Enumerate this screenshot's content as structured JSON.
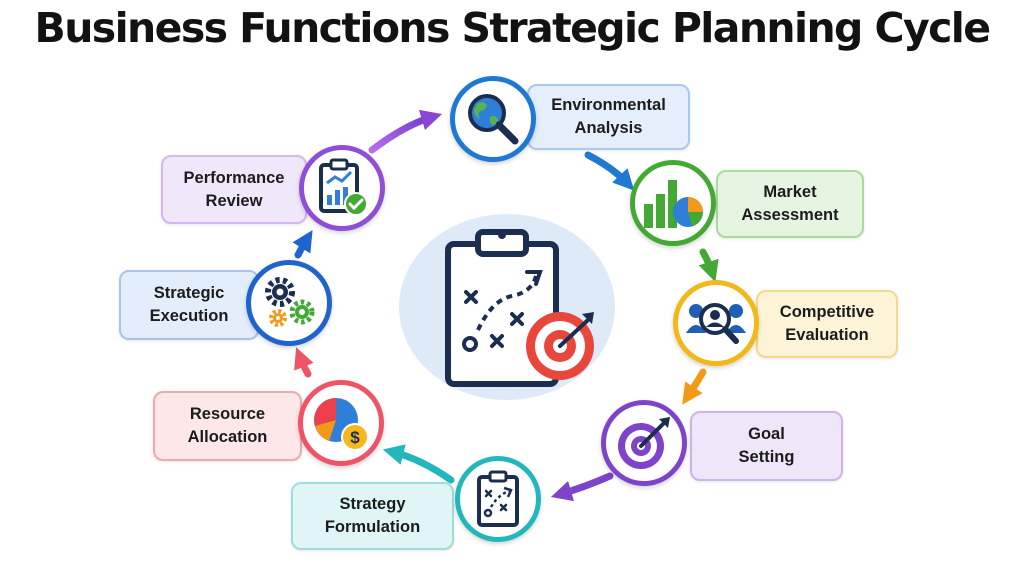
{
  "title": "Business Functions Strategic Planning Cycle",
  "stages": [
    {
      "line1": "Environmental",
      "line2": "Analysis",
      "icon": "globe-magnifier-icon",
      "color": "#1f78d1",
      "fill": "#e4effb"
    },
    {
      "line1": "Market",
      "line2": "Assessment",
      "icon": "bar-pie-chart-icon",
      "color": "#43a934",
      "fill": "#e6f5e1"
    },
    {
      "line1": "Competitive",
      "line2": "Evaluation",
      "icon": "people-search-icon",
      "color": "#f2b817",
      "fill": "#fdf4d8"
    },
    {
      "line1": "Goal",
      "line2": "Setting",
      "icon": "target-arrow-icon",
      "color": "#7d43c9",
      "fill": "#efe6fa"
    },
    {
      "line1": "Strategy",
      "line2": "Formulation",
      "icon": "clipboard-plan-icon",
      "color": "#21b7bd",
      "fill": "#e0f6f6"
    },
    {
      "line1": "Resource",
      "line2": "Allocation",
      "icon": "pie-dollar-icon",
      "color": "#ee5466",
      "fill": "#fde7e9"
    },
    {
      "line1": "Strategic",
      "line2": "Execution",
      "icon": "gears-icon",
      "color": "#1f63cc",
      "fill": "#e3edfb"
    },
    {
      "line1": "Performance",
      "line2": "Review",
      "icon": "report-check-icon",
      "color": "#8e4fd6",
      "fill": "#f1e7fb"
    }
  ],
  "center": {
    "icon": "strategy-clipboard-target-icon"
  }
}
